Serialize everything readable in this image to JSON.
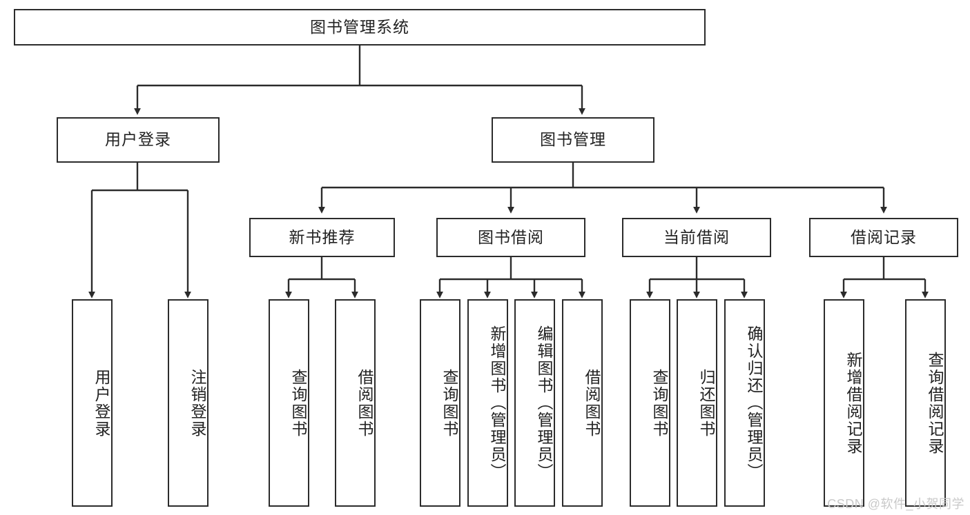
{
  "diagram": {
    "title": "图书管理系统",
    "type": "hierarchy-tree",
    "orientation": "top-down",
    "colors": {
      "box_border": "#2b2b2b",
      "box_fill": "#ffffff",
      "connector": "#2b2b2b",
      "text": "#222222",
      "watermark": "#c9c9c9",
      "background": "#ffffff"
    },
    "levels": [
      {
        "level": 1,
        "nodes": [
          {
            "id": "root",
            "label": "图书管理系统",
            "orientation": "horizontal"
          }
        ]
      },
      {
        "level": 2,
        "nodes": [
          {
            "id": "user-login",
            "label": "用户登录",
            "orientation": "horizontal",
            "parent": "root"
          },
          {
            "id": "book-manage",
            "label": "图书管理",
            "orientation": "horizontal",
            "parent": "root"
          }
        ]
      },
      {
        "level": 3,
        "nodes": [
          {
            "id": "new-book-rec",
            "label": "新书推荐",
            "orientation": "horizontal",
            "parent": "book-manage"
          },
          {
            "id": "book-borrow",
            "label": "图书借阅",
            "orientation": "horizontal",
            "parent": "book-manage"
          },
          {
            "id": "current-borrow",
            "label": "当前借阅",
            "orientation": "horizontal",
            "parent": "book-manage"
          },
          {
            "id": "borrow-record",
            "label": "借阅记录",
            "orientation": "horizontal",
            "parent": "book-manage"
          }
        ]
      },
      {
        "level": 4,
        "nodes": [
          {
            "id": "leaf-user-login",
            "label": "用户登录",
            "orientation": "vertical",
            "parent": "user-login"
          },
          {
            "id": "leaf-logout",
            "label": "注销登录",
            "orientation": "vertical",
            "parent": "user-login"
          },
          {
            "id": "leaf-query-book-1",
            "label": "查询图书",
            "orientation": "vertical",
            "parent": "new-book-rec"
          },
          {
            "id": "leaf-borrow-book-1",
            "label": "借阅图书",
            "orientation": "vertical",
            "parent": "new-book-rec"
          },
          {
            "id": "leaf-query-book-2",
            "label": "查询图书",
            "orientation": "vertical",
            "parent": "book-borrow"
          },
          {
            "id": "leaf-add-book",
            "label": "新增图书（管理员）",
            "orientation": "vertical",
            "parent": "book-borrow"
          },
          {
            "id": "leaf-edit-book",
            "label": "编辑图书（管理员）",
            "orientation": "vertical",
            "parent": "book-borrow"
          },
          {
            "id": "leaf-borrow-book-2",
            "label": "借阅图书",
            "orientation": "vertical",
            "parent": "book-borrow"
          },
          {
            "id": "leaf-query-book-3",
            "label": "查询图书",
            "orientation": "vertical",
            "parent": "current-borrow"
          },
          {
            "id": "leaf-return-book",
            "label": "归还图书",
            "orientation": "vertical",
            "parent": "current-borrow"
          },
          {
            "id": "leaf-confirm-return",
            "label": "确认归还（管理员）",
            "orientation": "vertical",
            "parent": "current-borrow"
          },
          {
            "id": "leaf-add-record",
            "label": "新增借阅记录",
            "orientation": "vertical",
            "parent": "borrow-record"
          },
          {
            "id": "leaf-query-record",
            "label": "查询借阅记录",
            "orientation": "vertical",
            "parent": "borrow-record"
          }
        ]
      }
    ],
    "watermark": "CSDN @软件_小贺同学"
  }
}
